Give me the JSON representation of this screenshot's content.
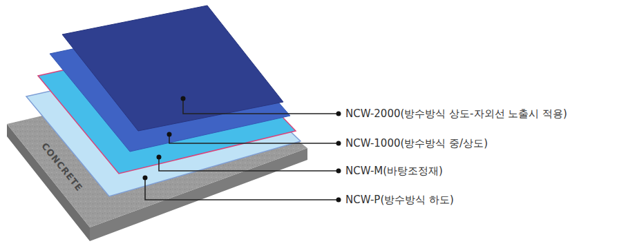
{
  "diagram": {
    "labels": [
      "NCW-2000(방수방식 상도-자외선 노출시 적용)",
      "NCW-1000(방수방식 중/상도)",
      "NCW-M(바탕조정재)",
      "NCW-P(방수방식 하도)",
      "CONCRETE"
    ]
  }
}
